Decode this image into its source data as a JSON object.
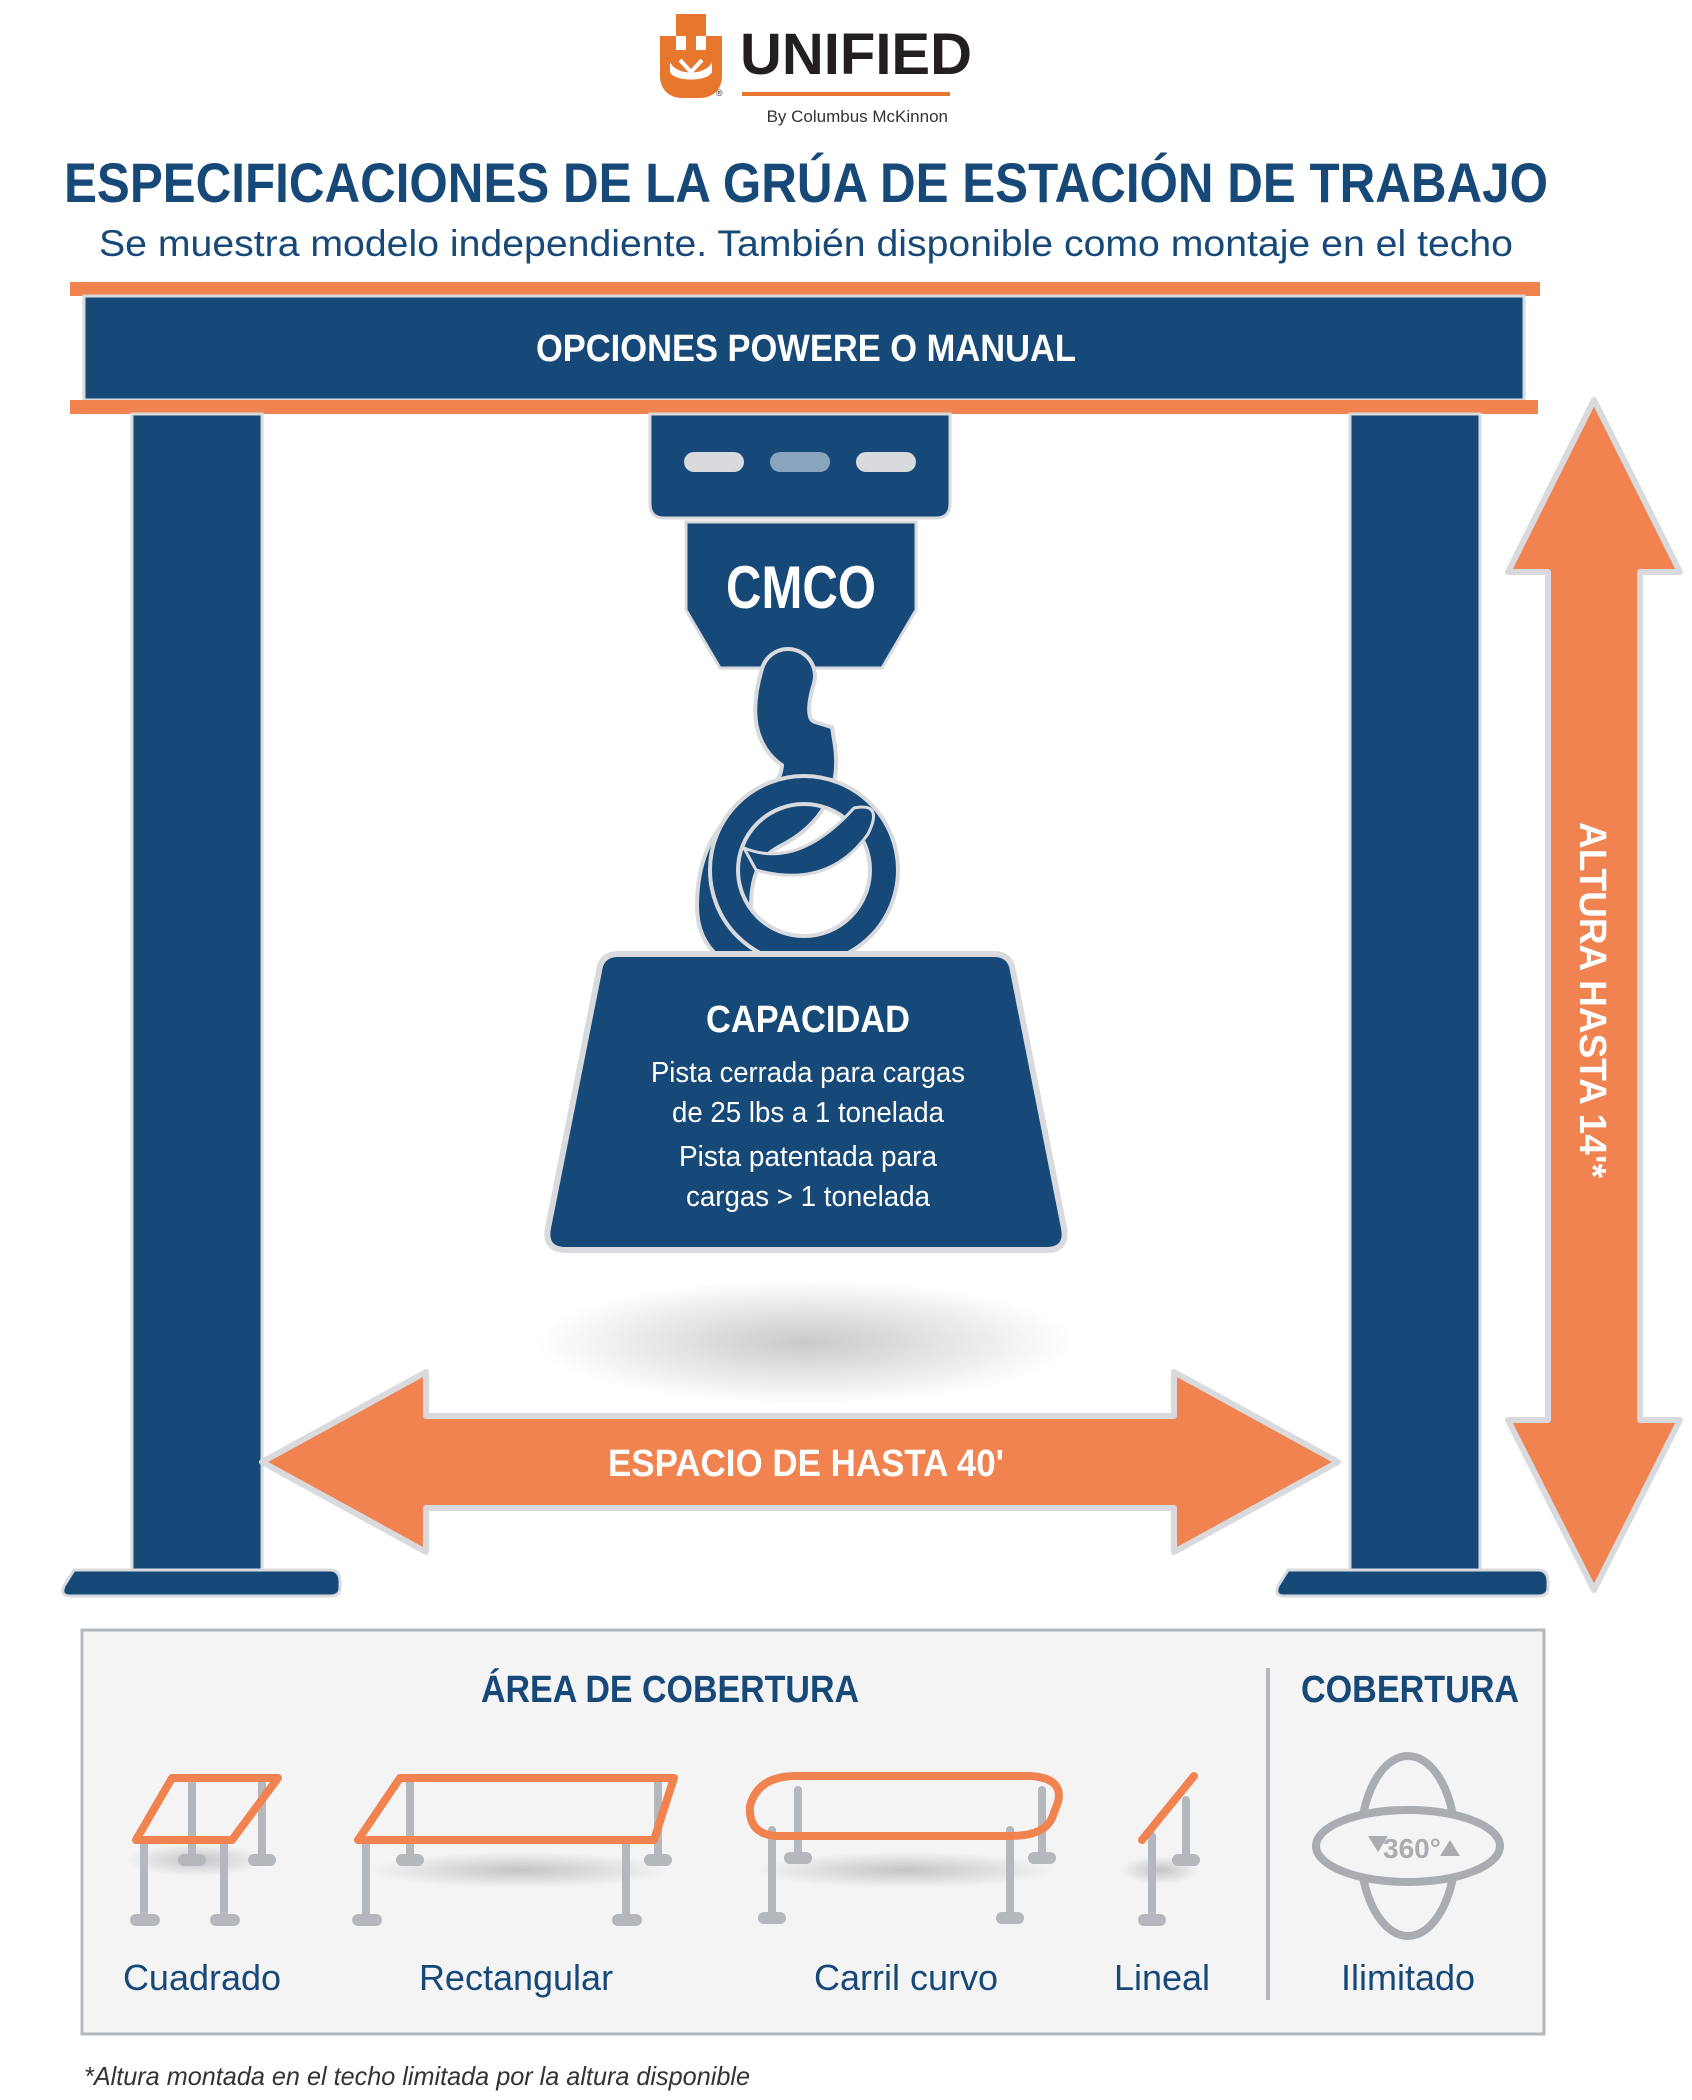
{
  "brand": {
    "name": "UNIFIED",
    "tagline": "By Columbus McKinnon",
    "registered_mark": "®",
    "hoist_logo": "CMCO"
  },
  "header": {
    "title": "ESPECIFICACIONES DE LA GRÚA DE ESTACIÓN DE TRABAJO",
    "subtitle": "Se muestra modelo independiente. También disponible como montaje en el techo"
  },
  "beam": {
    "label": "OPCIONES POWERE O MANUAL"
  },
  "height_arrow": {
    "label": "ALTURA HASTA 14'*"
  },
  "span_arrow": {
    "label": "ESPACIO DE HASTA 40'"
  },
  "capacity": {
    "title": "CAPACIDAD",
    "lines": [
      "Pista cerrada para cargas",
      "de 25 lbs a 1 tonelada",
      "Pista patentada para",
      "cargas > 1 tonelada"
    ]
  },
  "coverage_area": {
    "title": "ÁREA DE COBERTURA",
    "items": [
      {
        "label": "Cuadrado",
        "icon": "square-track-icon"
      },
      {
        "label": "Rectangular",
        "icon": "rectangular-track-icon"
      },
      {
        "label": "Carril curvo",
        "icon": "curved-track-icon"
      },
      {
        "label": "Lineal",
        "icon": "linear-track-icon"
      }
    ]
  },
  "coverage": {
    "title": "COBERTURA",
    "icon_text": "360°",
    "label": "Ilimitado",
    "icon": "rotation-360-icon"
  },
  "footnote": "*Altura montada en el techo limitada por la altura disponible",
  "colors": {
    "navy": "#164878",
    "orange": "#F08350",
    "gray": "#B4B8BC",
    "light_gray": "#D8DADD",
    "panel_bg": "#F4F4F4"
  }
}
